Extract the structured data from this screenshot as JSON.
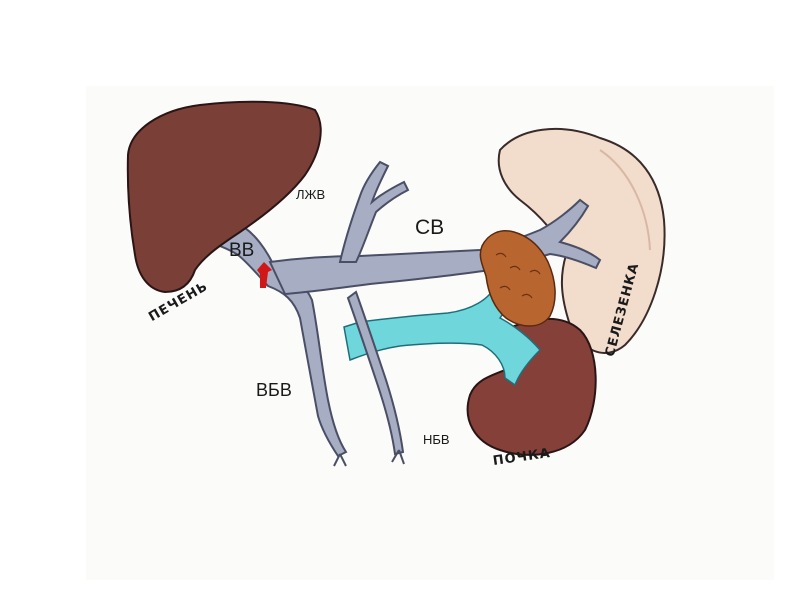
{
  "labels": {
    "liver": "ПЕЧЕНЬ",
    "portal_vein": "ВВ",
    "left_gastric_vein": "ЛЖВ",
    "splenic_vein": "СВ",
    "superior_mesenteric_vein": "ВБВ",
    "inferior_mesenteric_vein": "НБВ",
    "kidney": "ПОЧКА",
    "spleen": "СЕЛЕЗЕНКА"
  },
  "colors": {
    "liver": "#7a4038",
    "veins": "#a7aec4",
    "renal_vessels": "#6fd6dc",
    "spleen": "#f2dccc",
    "pancreas": "#b8652f",
    "kidney": "#85403a",
    "arrow": "#d01818"
  }
}
